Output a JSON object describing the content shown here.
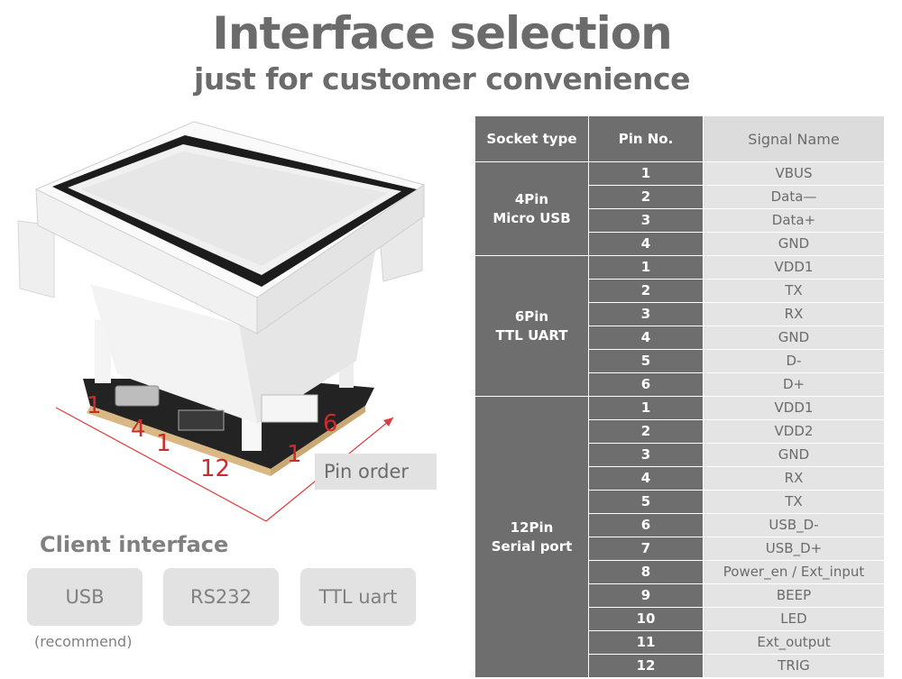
{
  "header": {
    "title": "Interface selection",
    "subtitle": "just for customer convenience"
  },
  "device": {
    "labels": {
      "left_1": "1",
      "left_4": "4",
      "mid_1": "1",
      "mid_12": "12",
      "right_1": "1",
      "right_6": "6"
    },
    "pin_order_label": "Pin order"
  },
  "client": {
    "heading": "Client  interface",
    "options": [
      "USB",
      "RS232",
      "TTL uart"
    ],
    "note": "(recommend)"
  },
  "table": {
    "headers": [
      "Socket type",
      "Pin No.",
      "Signal Name"
    ],
    "groups": [
      {
        "socket_line1": "4Pin",
        "socket_line2": "Micro USB",
        "pins": [
          "1",
          "2",
          "3",
          "4"
        ],
        "signals": [
          "VBUS",
          "Data—",
          "Data+",
          "GND"
        ]
      },
      {
        "socket_line1": "6Pin",
        "socket_line2": "TTL UART",
        "pins": [
          "1",
          "2",
          "3",
          "4",
          "5",
          "6"
        ],
        "signals": [
          "VDD1",
          "TX",
          "RX",
          "GND",
          "D-",
          "D+"
        ]
      },
      {
        "socket_line1": "12Pin",
        "socket_line2": "Serial port",
        "pins": [
          "1",
          "2",
          "3",
          "4",
          "5",
          "6",
          "7",
          "8",
          "9",
          "10",
          "11",
          "12"
        ],
        "signals": [
          "VDD1",
          "VDD2",
          "GND",
          "RX",
          "TX",
          "USB_D-",
          "USB_D+",
          "Power_en / Ext_input",
          "BEEP",
          "LED",
          "Ext_output",
          "TRIG"
        ]
      }
    ]
  }
}
